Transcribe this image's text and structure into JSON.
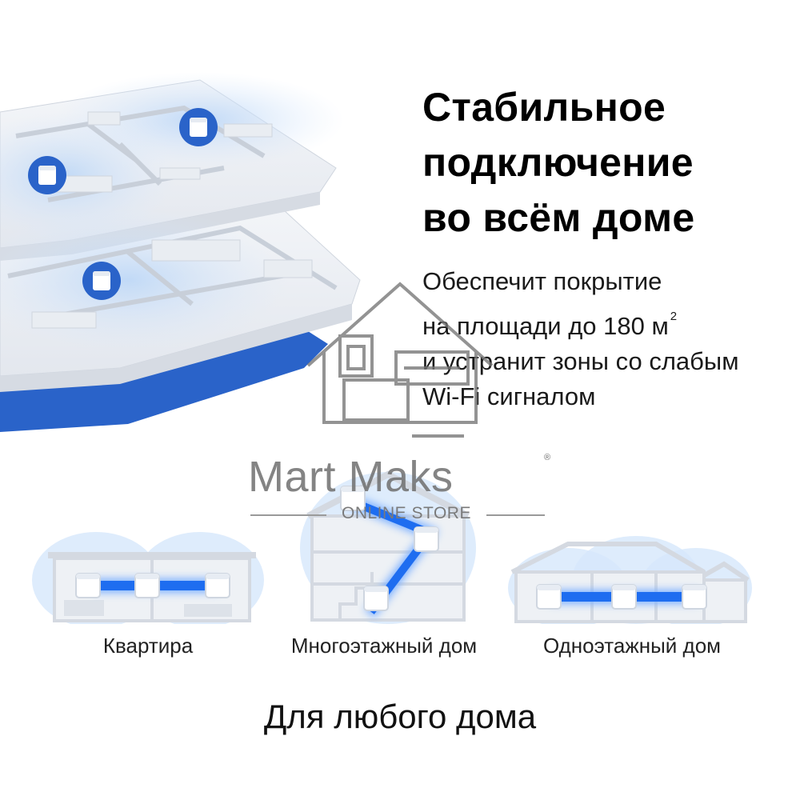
{
  "headline": {
    "line1": "Стабильное",
    "line2": "подключение",
    "line3": "во всём доме"
  },
  "subtext": {
    "line1": "Обеспечит покрытие",
    "line2": "на площади до 180 м",
    "line2_sup": "2",
    "line3": "и устранит зоны со слабым",
    "line4": "Wi-Fi сигналом"
  },
  "watermark": {
    "brand": "Mart Maks",
    "registered": "®",
    "store": "ONLINE STORE"
  },
  "scenarios": [
    {
      "label": "Квартира"
    },
    {
      "label": "Многоэтажный дом"
    },
    {
      "label": "Одноэтажный дом"
    }
  ],
  "footer": {
    "title": "Для любого дома"
  },
  "colors": {
    "accent_blue": "#2a63c9",
    "link_blue": "#1e6df0",
    "glow_blue": "#cfe3fb",
    "wall_gray": "#dfe3ea",
    "watermark_gray": "#7a7a7a"
  },
  "icons": {
    "mesh_unit": "mesh-unit-icon",
    "watermark_house": "house-logo-icon"
  }
}
